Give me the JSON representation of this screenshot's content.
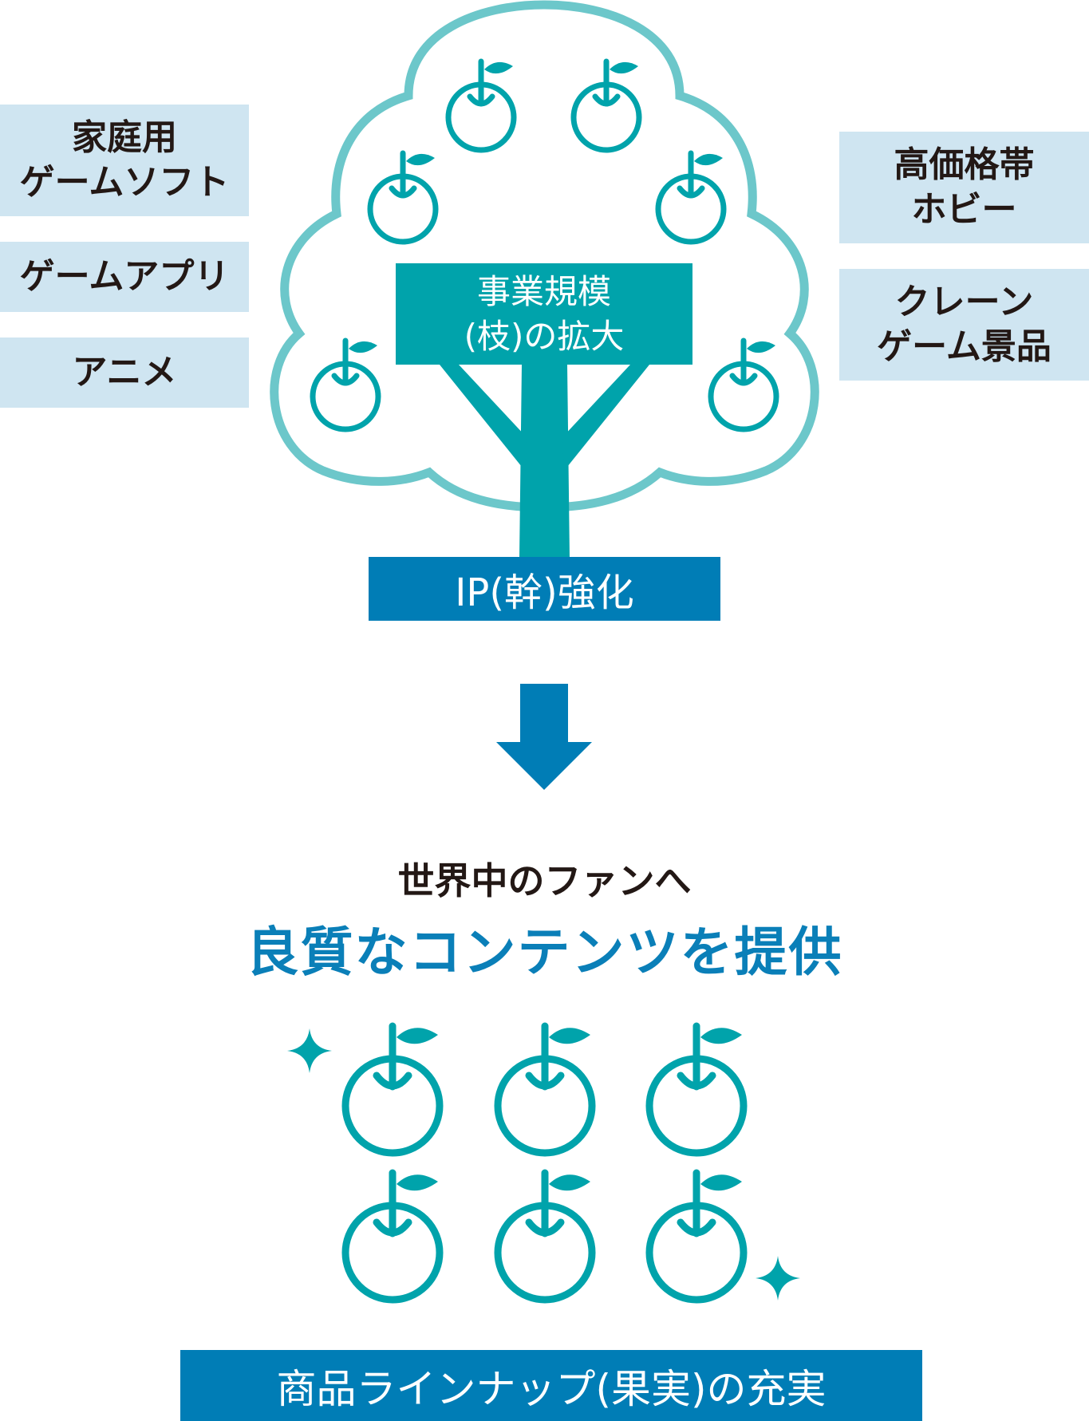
{
  "colors": {
    "teal": "#00a3ab",
    "cloud_outline": "#6cc7ca",
    "blue": "#007db6",
    "box_bg": "#cfe5f1",
    "text_dark": "#231815",
    "headline_blue": "#0a7fb8"
  },
  "left_categories": [
    {
      "lines": [
        "家庭用",
        "ゲームソフト"
      ]
    },
    {
      "lines": [
        "ゲームアプリ"
      ]
    },
    {
      "lines": [
        "アニメ"
      ]
    }
  ],
  "right_categories": [
    {
      "lines": [
        "高価格帯",
        "ホビー"
      ]
    },
    {
      "lines": [
        "クレーン",
        "ゲーム景品"
      ]
    }
  ],
  "tree": {
    "branches_label": [
      "事業規模",
      "(枝)の拡大"
    ],
    "trunk_label": "IP(幹)強化",
    "tree_fruit_count": 6
  },
  "arrow_icon": "down-arrow-icon",
  "message": {
    "line1": "世界中のファンへ",
    "line2": "良質なコンテンツを提供"
  },
  "fruit_grid": {
    "rows": 2,
    "cols": 3,
    "sparkle_count": 2
  },
  "footer_label": "商品ラインナップ(果実)の充実"
}
